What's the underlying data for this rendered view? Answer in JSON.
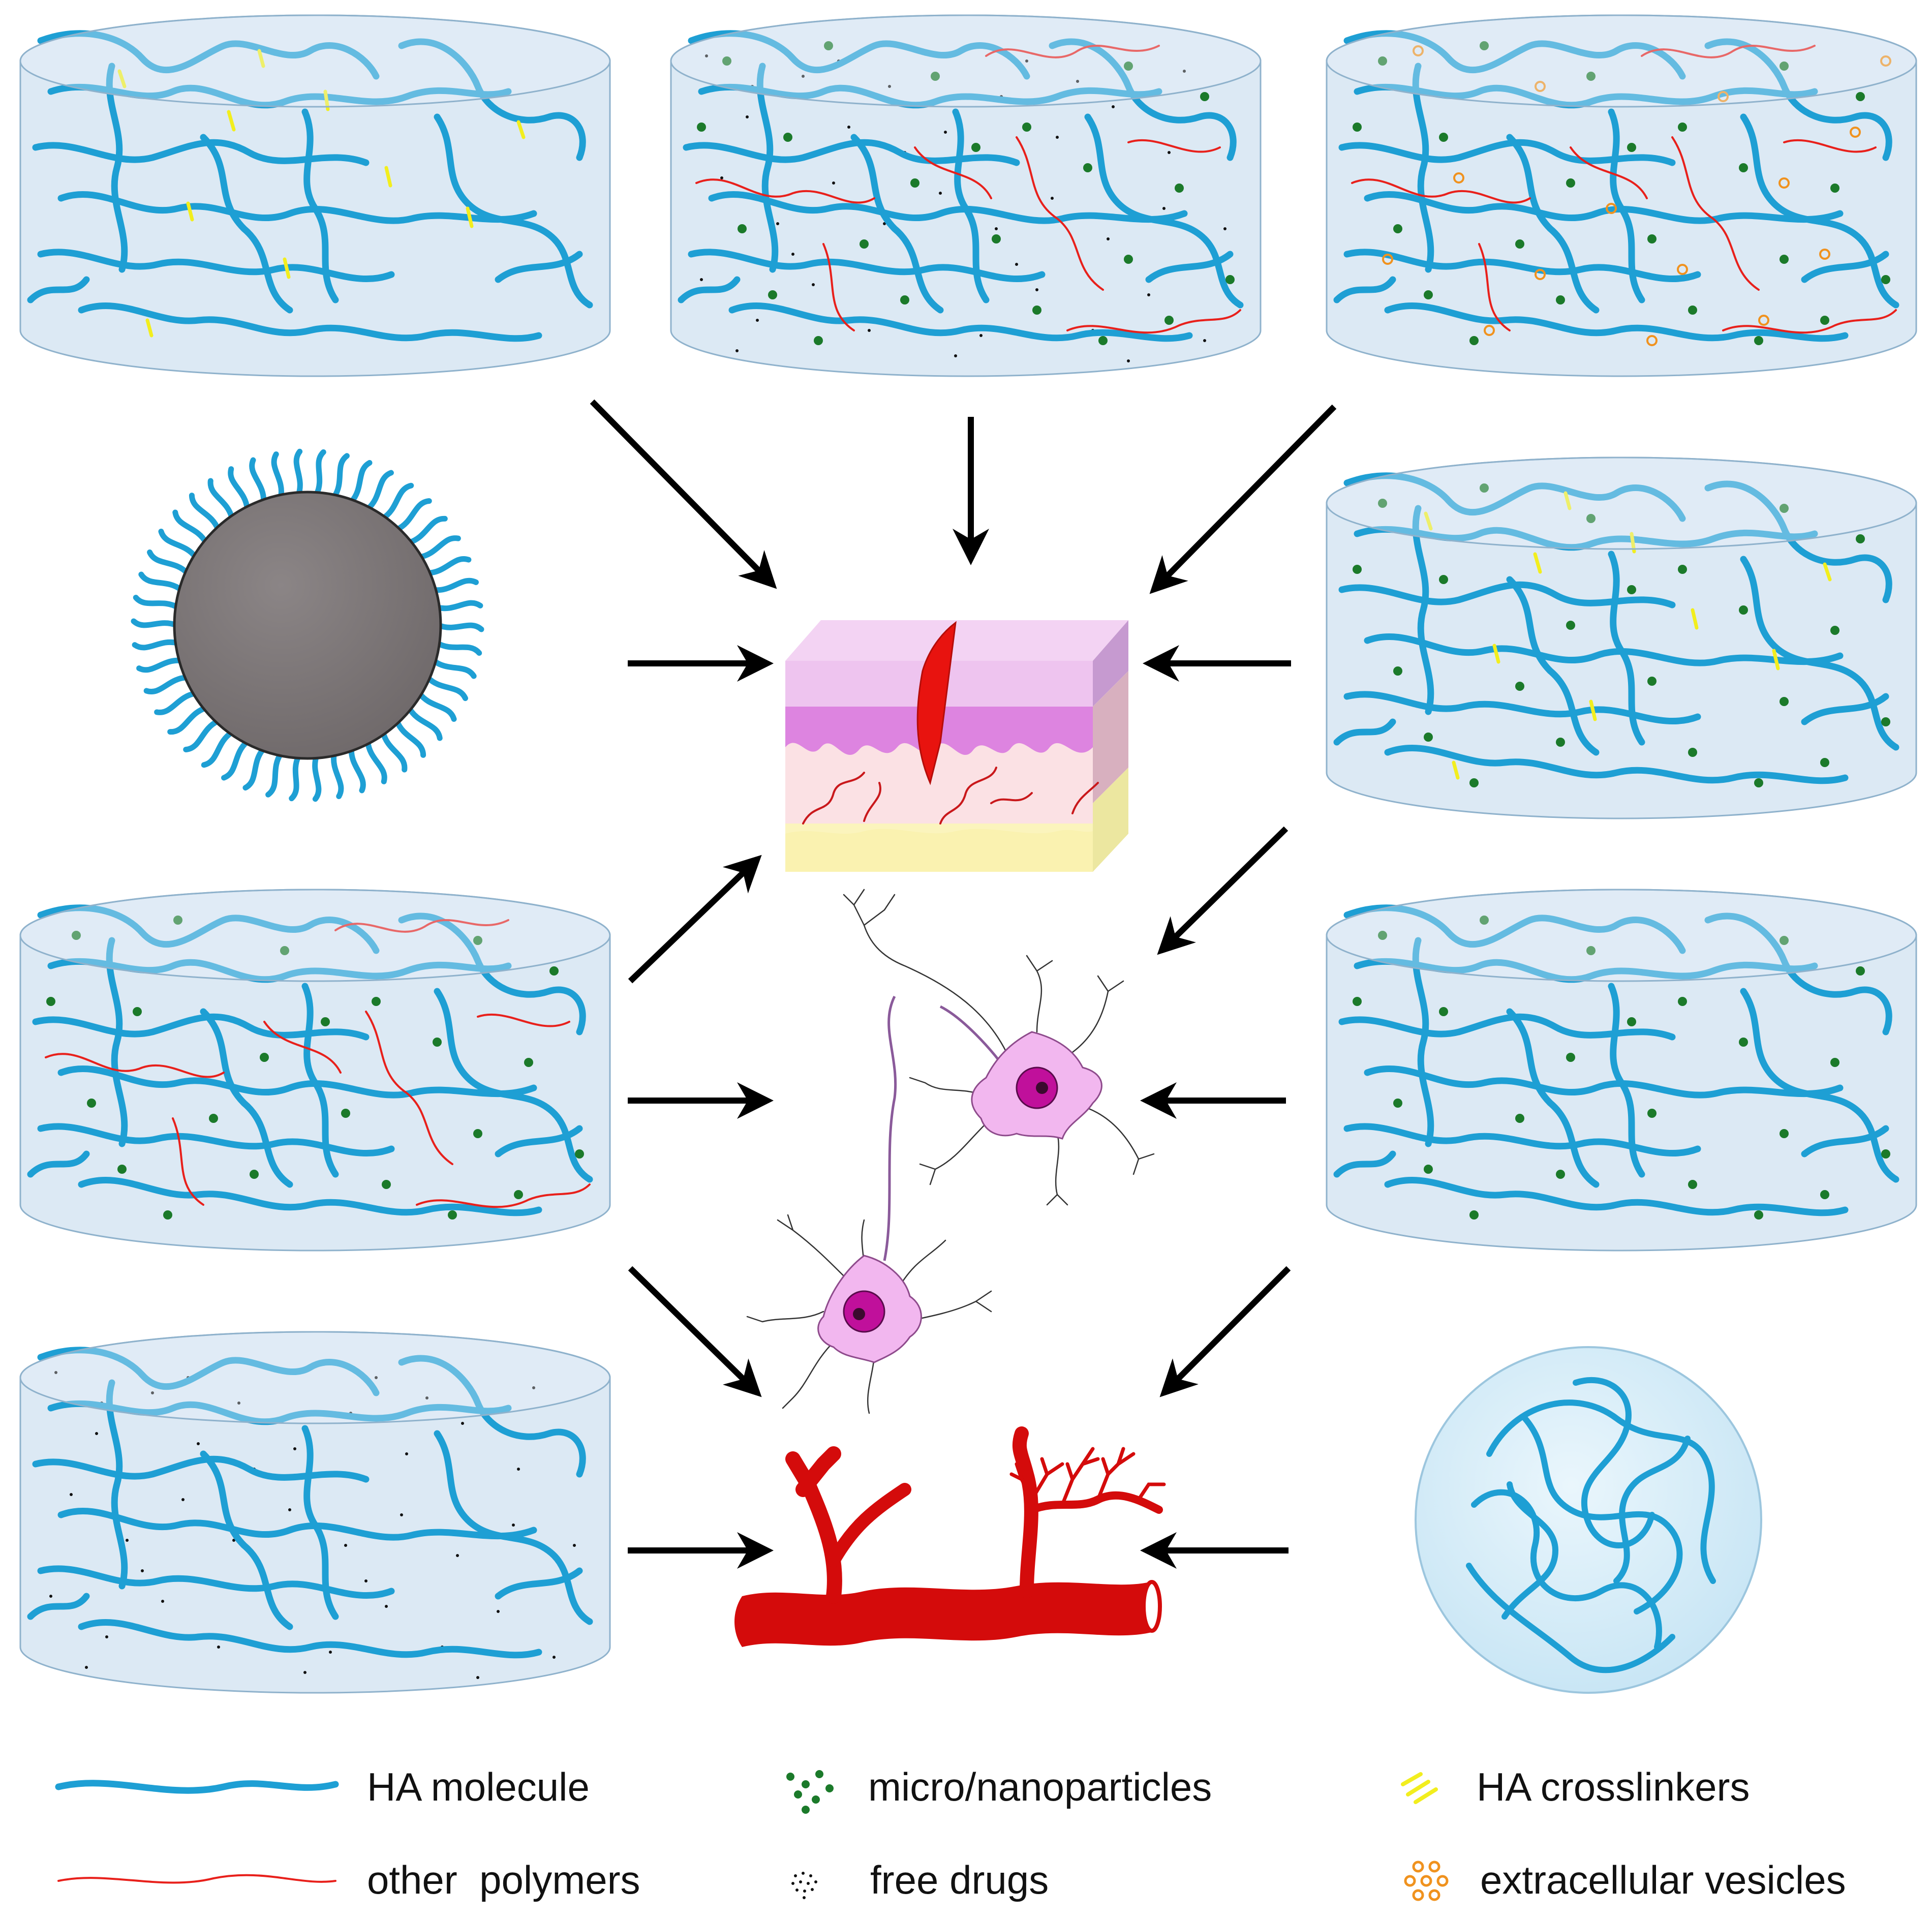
{
  "legend": {
    "ha_molecule": "HA molecule",
    "other_polymers": "other  polymers",
    "micro_nanoparticles": "micro/nanoparticles",
    "free_drugs": "free drugs",
    "ha_crosslinkers": "HA crosslinkers",
    "extracellular_vesicles": "extracellular vesicles"
  },
  "colors": {
    "ha_molecule": "#1e9fd4",
    "other_polymers": "#e8201b",
    "micro_nanoparticles": "#1b7a2a",
    "free_drugs": "#111111",
    "ha_crosslinkers": "#f2ee1e",
    "extracellular_vesicles": "#f0921e",
    "hydrogel_fill": "#dce9f4",
    "hydrogel_edge": "#8fb2cc",
    "nanoparticle_core": "#7d7778",
    "arrow": "#000000",
    "vessel": "#d40b0b",
    "neuron_body": "#f2b7ef",
    "neuron_nucleus": "#c0109b"
  },
  "hydrogels": [
    {
      "id": "hydrogel-crosslinked",
      "contents": [
        "HA molecule",
        "HA crosslinkers"
      ]
    },
    {
      "id": "hydrogel-composite-drugs",
      "contents": [
        "HA molecule",
        "other polymers",
        "micro/nanoparticles",
        "free drugs"
      ]
    },
    {
      "id": "hydrogel-composite-vesicles",
      "contents": [
        "HA molecule",
        "other polymers",
        "micro/nanoparticles",
        "extracellular vesicles"
      ]
    },
    {
      "id": "hydrogel-crosslinked-particles",
      "contents": [
        "HA molecule",
        "HA crosslinkers",
        "micro/nanoparticles"
      ]
    },
    {
      "id": "hydrogel-composite-particles",
      "contents": [
        "HA molecule",
        "other polymers",
        "micro/nanoparticles"
      ]
    },
    {
      "id": "hydrogel-particles",
      "contents": [
        "HA molecule",
        "micro/nanoparticles"
      ]
    },
    {
      "id": "hydrogel-drugs",
      "contents": [
        "HA molecule",
        "free drugs"
      ]
    },
    {
      "id": "microgel-sphere",
      "contents": [
        "HA molecule"
      ]
    },
    {
      "id": "ha-coated-nanoparticle",
      "contents": [
        "HA molecule"
      ]
    }
  ],
  "targets": [
    "skin-wound",
    "neurons",
    "blood-vessel"
  ]
}
